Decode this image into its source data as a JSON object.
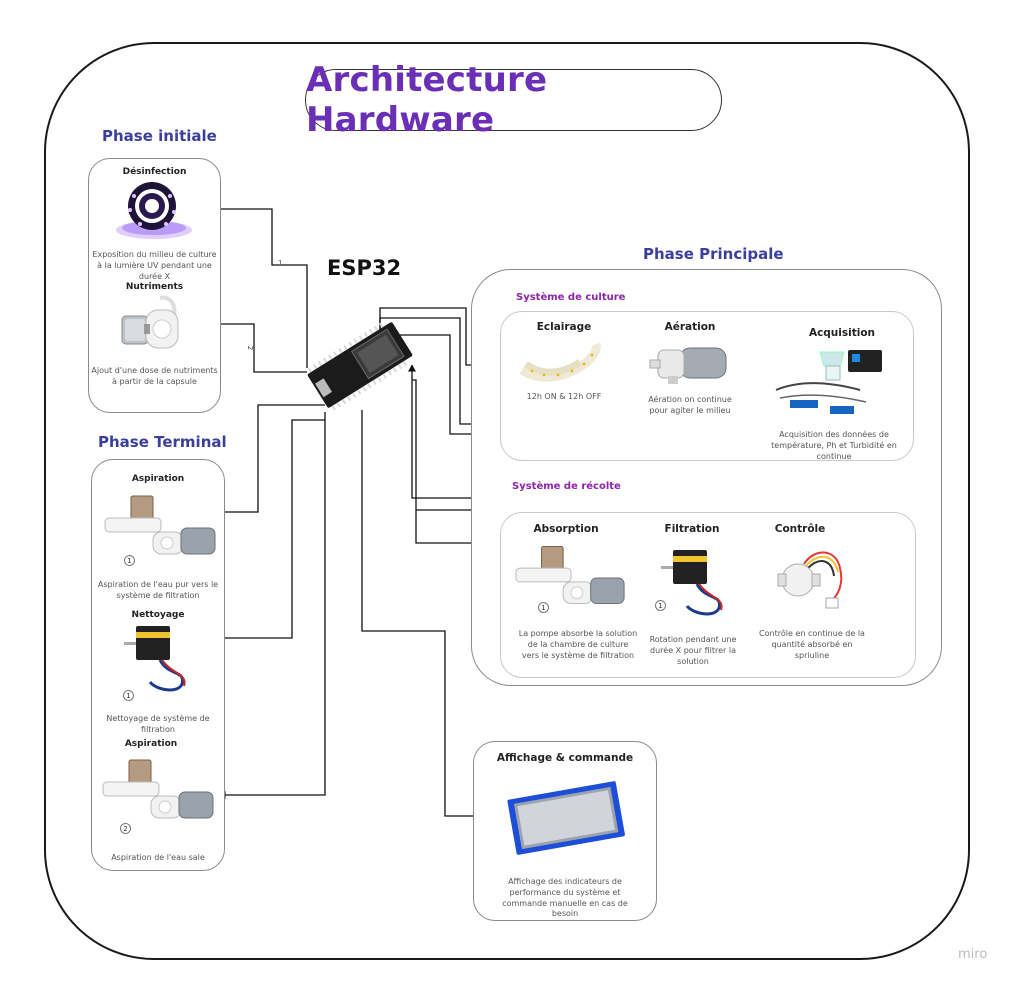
{
  "title": "Architecture Hardware",
  "controller": "ESP32",
  "watermark": "miro",
  "phases": {
    "initial": {
      "label": "Phase initiale",
      "items": [
        {
          "title": "Désinfection",
          "desc": "Exposition du milieu de culture à la lumière UV pendant une durée X"
        },
        {
          "title": "Nutriments",
          "desc": "Ajout d'une dose de nutriments à partir de la capsule"
        }
      ],
      "link_numbers": [
        "1",
        "2"
      ]
    },
    "terminal": {
      "label": "Phase Terminal",
      "items": [
        {
          "title": "Aspiration",
          "num": "1",
          "desc": "Aspiration de l'eau pur vers le système de filtration"
        },
        {
          "title": "Nettoyage",
          "num": "1",
          "desc": "Nettoyage de système de filtration"
        },
        {
          "title": "Aspiration",
          "num": "2",
          "desc": "Aspiration de l'eau sale"
        }
      ]
    },
    "principale": {
      "label": "Phase Principale",
      "culture": {
        "label": "Système de culture",
        "items": [
          {
            "title": "Eclairage",
            "desc": "12h ON & 12h OFF"
          },
          {
            "title": "Aération",
            "desc": "Aération on continue pour agiter le milieu"
          },
          {
            "title": "Acquisition",
            "desc": "Acquisition des données de température, Ph et Turbidité en continue"
          }
        ]
      },
      "recolte": {
        "label": "Système de récolte",
        "items": [
          {
            "title": "Absorption",
            "num": "1",
            "desc": "La pompe absorbe la solution de la chambre de culture vers le système de filtration"
          },
          {
            "title": "Filtration",
            "num": "1",
            "desc": "Rotation pendant une durée X pour filtrer la solution"
          },
          {
            "title": "Contrôle",
            "desc": "Contrôle en continue de la quantité absorbé en spriuline"
          }
        ]
      }
    }
  },
  "display": {
    "title": "Affichage & commande",
    "desc": "Affichage des indicateurs de performance du système et commande manuelle en cas de besoin"
  },
  "colors": {
    "title": "#6a2fb5",
    "phase": "#3a3f9c",
    "system": "#8e24aa"
  }
}
